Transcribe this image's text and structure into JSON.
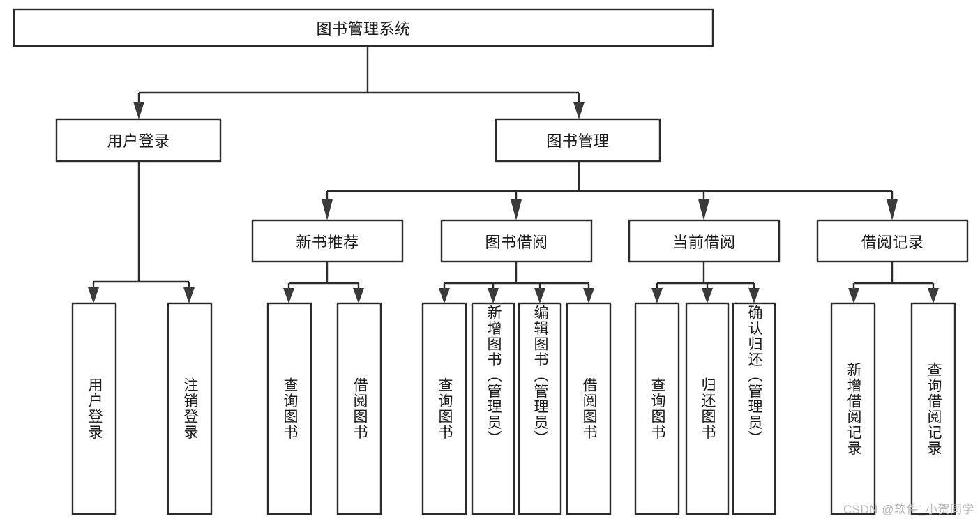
{
  "diagram": {
    "type": "tree",
    "title": "图书管理系统",
    "orientation": "top-down",
    "colors": {
      "box_stroke": "#2b2b2b",
      "box_fill": "#ffffff",
      "connector": "#2b2b2b",
      "text": "#1a1a1a",
      "background": "#ffffff",
      "watermark": "#b9b9b9"
    },
    "nodes": {
      "root": {
        "label": "图书管理系统"
      },
      "level2": [
        {
          "id": "user-login",
          "label": "用户登录"
        },
        {
          "id": "book-management",
          "label": "图书管理"
        }
      ],
      "level3": [
        {
          "id": "new-book-recommend",
          "label": "新书推荐"
        },
        {
          "id": "book-borrow",
          "label": "图书借阅"
        },
        {
          "id": "current-borrow",
          "label": "当前借阅"
        },
        {
          "id": "borrow-record",
          "label": "借阅记录"
        }
      ],
      "leaves": {
        "user-login": [
          {
            "id": "leaf-user-login",
            "label": "用户登录"
          },
          {
            "id": "leaf-logout-login",
            "label": "注销登录"
          }
        ],
        "new-book-recommend": [
          {
            "id": "leaf-query-book-1",
            "label": "查询图书"
          },
          {
            "id": "leaf-borrow-book-1",
            "label": "借阅图书"
          }
        ],
        "book-borrow": [
          {
            "id": "leaf-query-book-2",
            "label": "查询图书"
          },
          {
            "id": "leaf-add-book",
            "label": "新增图书（管理员）"
          },
          {
            "id": "leaf-edit-book",
            "label": "编辑图书（管理员）"
          },
          {
            "id": "leaf-borrow-book-2",
            "label": "借阅图书"
          }
        ],
        "current-borrow": [
          {
            "id": "leaf-query-book-3",
            "label": "查询图书"
          },
          {
            "id": "leaf-return-book",
            "label": "归还图书"
          },
          {
            "id": "leaf-confirm-return",
            "label": "确认归还（管理员）"
          }
        ],
        "borrow-record": [
          {
            "id": "leaf-add-record",
            "label": "新增借阅记录"
          },
          {
            "id": "leaf-query-record",
            "label": "查询借阅记录"
          }
        ]
      }
    }
  },
  "watermark": {
    "text": "CSDN @软件_小贺同学"
  }
}
